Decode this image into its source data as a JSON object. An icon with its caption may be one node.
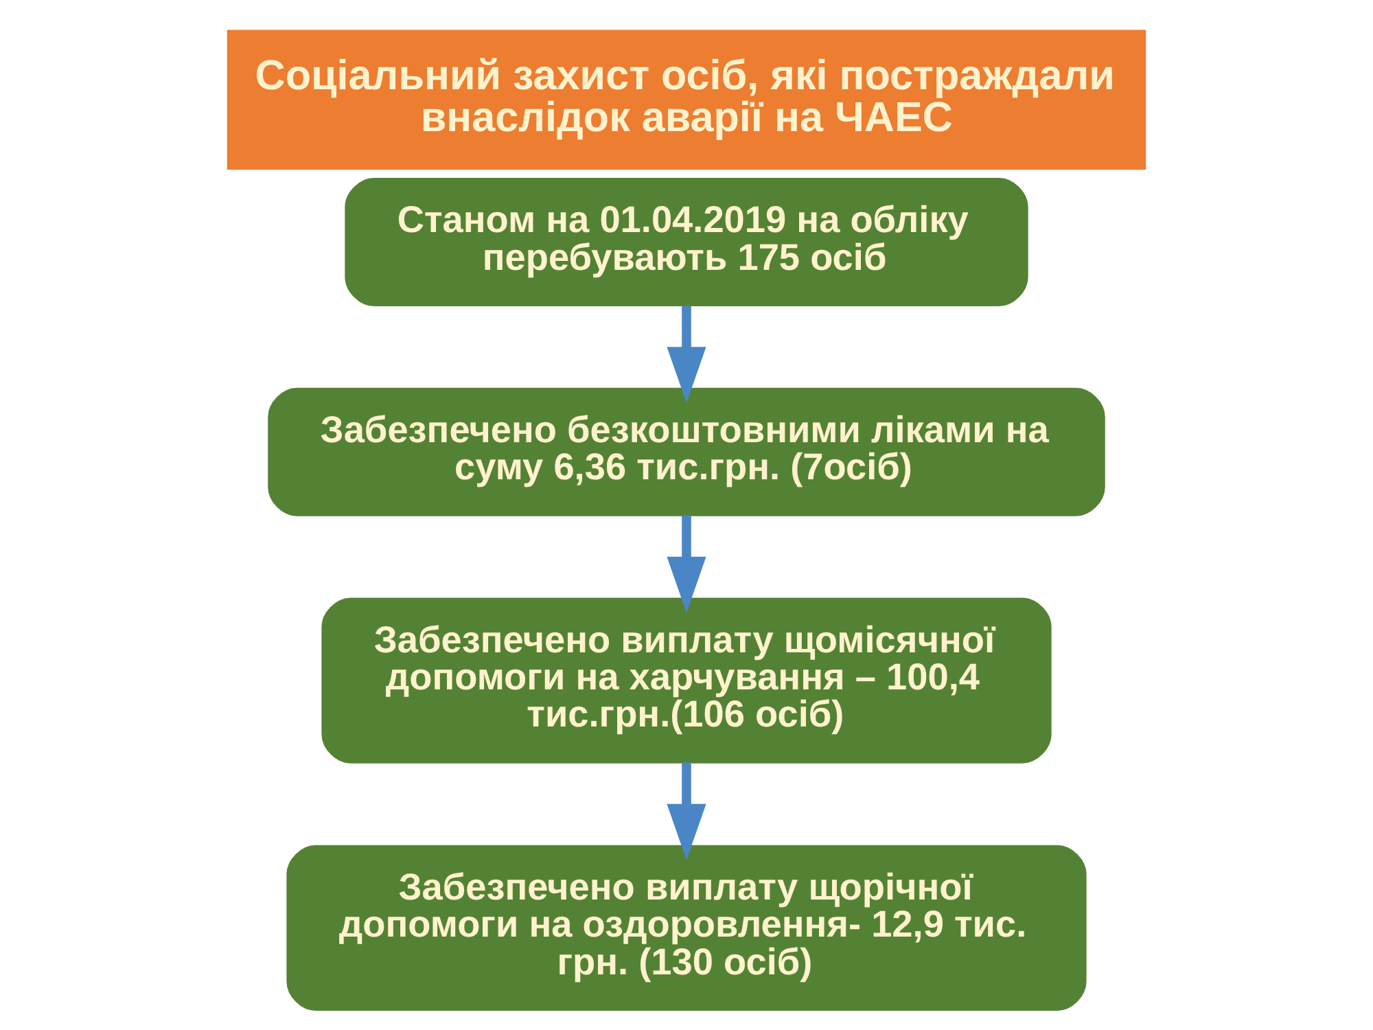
{
  "diagram": {
    "title": "Соціальний захист осіб, які постраждали внаслідок аварії на ЧАЕС",
    "nodes": [
      {
        "text": [
          "Станом на 01.04.2019 на обліку перебувають 175 осіб"
        ]
      },
      {
        "text": [
          "Забезпечено безкоштовними ліками на суму 6,36 тис.грн. (7осіб)"
        ]
      },
      {
        "text": [
          "Забезпечено виплату щомісячної допомоги на харчування – 100,4 тис.грн.(106 осіб)"
        ]
      },
      {
        "text": [
          "Забезпечено виплату щорічної допомоги на оздоровлення- 12,9 тис. грн. (130 осіб)"
        ]
      }
    ],
    "edges": [
      {
        "from": 0,
        "to": 1,
        "arrow": "to"
      },
      {
        "from": 1,
        "to": 2,
        "arrow": "to"
      },
      {
        "from": 2,
        "to": 3,
        "arrow": "to"
      }
    ]
  }
}
